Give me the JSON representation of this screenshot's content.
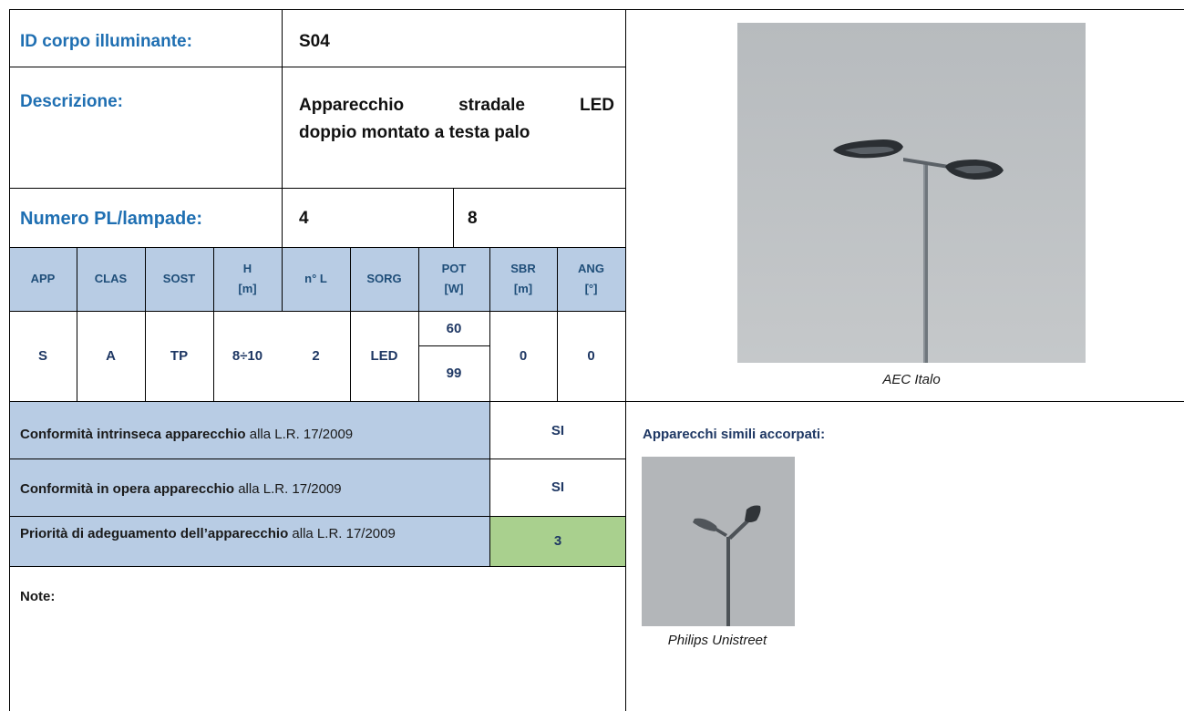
{
  "fields": {
    "id_label": "ID corpo illuminante:",
    "id_value": "S04",
    "desc_label": "Descrizione:",
    "desc_value_line1": "Apparecchio stradale LED",
    "desc_value_line2": "doppio montato a testa palo",
    "numero_label": "Numero PL/lampade:",
    "numero_pl": "4",
    "numero_lampade": "8"
  },
  "table": {
    "headers": [
      [
        "APP",
        ""
      ],
      [
        "CLAS",
        ""
      ],
      [
        "SOST",
        ""
      ],
      [
        "H",
        "[m]"
      ],
      [
        "n° L",
        ""
      ],
      [
        "SORG",
        ""
      ],
      [
        "POT",
        "[W]"
      ],
      [
        "SBR",
        "[m]"
      ],
      [
        "ANG",
        "[°]"
      ]
    ],
    "values": {
      "app": "S",
      "clas": "A",
      "sost": "TP",
      "h": "8÷10",
      "nl": "2",
      "sorg": "LED",
      "pot1": "60",
      "pot2": "99",
      "sbr": "0",
      "ang": "0"
    }
  },
  "conformity": {
    "intrinseca_bold": "Conformità intrinseca apparecchio",
    "intrinseca_rest": " alla L.R. 17/2009",
    "intrinseca_value": "SI",
    "opera_bold": "Conformità in opera apparecchio",
    "opera_rest": " alla L.R. 17/2009",
    "opera_value": "SI",
    "priorita_bold": "Priorità di adeguamento dell’apparecchio",
    "priorita_rest": " alla L.R. 17/2009",
    "priorita_value": "3",
    "priorita_color": "#a9d08e"
  },
  "note_label": "Note:",
  "side": {
    "main_caption": "AEC Italo",
    "similar_label": "Apparecchi simili accorpati:",
    "similar_caption": "Philips Unistreet"
  },
  "colors": {
    "label_blue": "#1f6fb2",
    "header_fill": "#b8cce4",
    "header_text": "#1f4e79"
  }
}
